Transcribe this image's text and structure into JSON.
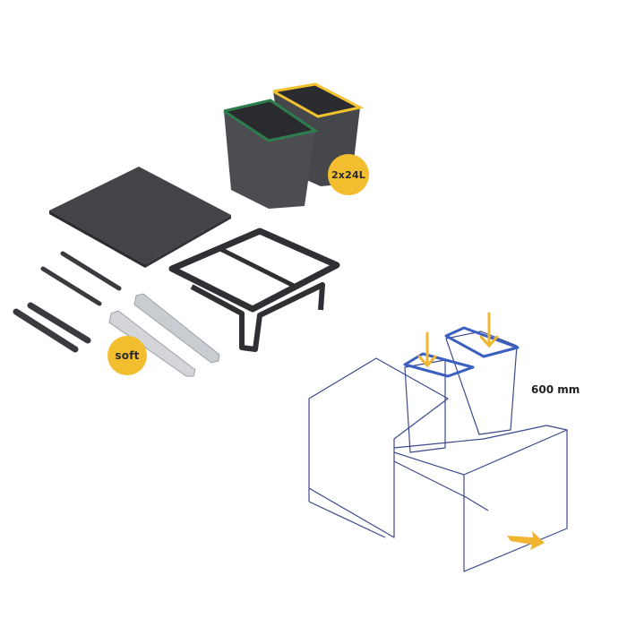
{
  "product_kit": {
    "components": [
      {
        "name": "bin-green-rim",
        "color": "#4a4c50",
        "rim_color": "#2e7d4f"
      },
      {
        "name": "bin-yellow-rim",
        "color": "#4a4c50",
        "rim_color": "#f2c230"
      },
      {
        "name": "base-panel",
        "color": "#3d3f43"
      },
      {
        "name": "bin-frame",
        "color": "#2f3034"
      },
      {
        "name": "mounting-strips",
        "count": 4,
        "color": "#3a3b3f"
      },
      {
        "name": "drawer-runners",
        "count": 2,
        "color": "#c9ccd0"
      }
    ],
    "badges": {
      "capacity": "2x24L",
      "runner_type": "soft"
    },
    "badge_color": "#f2bd2e"
  },
  "diagram": {
    "cabinet_width_label": "600 mm",
    "line_color": "#3c4a8c",
    "rim_color": "#3a5fc0",
    "arrow_color": "#f2b530"
  }
}
